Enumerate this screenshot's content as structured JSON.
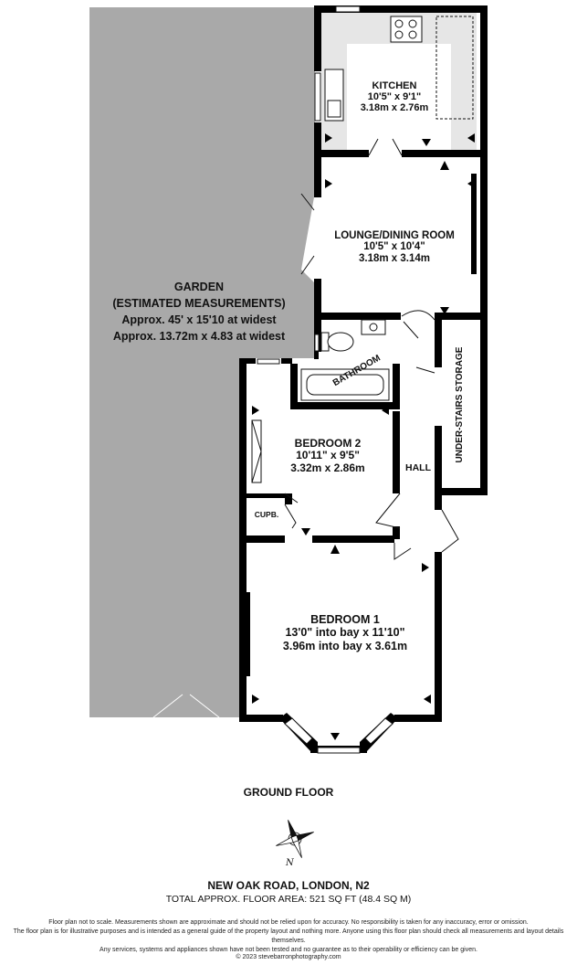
{
  "rooms": {
    "garden": {
      "name": "GARDEN",
      "sub": "(ESTIMATED MEASUREMENTS)",
      "imperial": "Approx. 45' x 15'10 at widest",
      "metric": "Approx. 13.72m x 4.83 at widest"
    },
    "kitchen": {
      "name": "KITCHEN",
      "imperial": "10'5\"  x 9'1\"",
      "metric": "3.18m  x 2.76m"
    },
    "lounge": {
      "name": "LOUNGE/DINING ROOM",
      "imperial": "10'5\"  x 10'4\"",
      "metric": "3.18m  x 3.14m"
    },
    "bathroom": {
      "name": "BATHROOM"
    },
    "storage": {
      "name": "UNDER-STAIRS STORAGE"
    },
    "hall": {
      "name": "HALL"
    },
    "bedroom2": {
      "name": "BEDROOM 2",
      "imperial": "10'11\"  x 9'5\"",
      "metric": "3.32m  x 2.86m"
    },
    "cupboard": {
      "name": "CUPB."
    },
    "bedroom1": {
      "name": "BEDROOM 1",
      "imperial": "13'0\" into bay x 11'10\"",
      "metric": "3.96m into bay x 3.61m"
    }
  },
  "compass": {
    "label": "N"
  },
  "footer": {
    "floor": "GROUND FLOOR",
    "address": "NEW OAK ROAD, LONDON, N2",
    "area": "TOTAL APPROX. FLOOR AREA: 521 SQ FT (48.4 SQ M)",
    "disclaimer1": "Floor plan not to scale. Measurements shown are approximate and should not be relied upon for accuracy. No responsibility is taken for any inaccuracy, error or omission.",
    "disclaimer2": "The floor plan is for illustrative purposes and is intended as a general guide of the property layout and nothing more. Anyone using this floor plan should check all measurements and layout details themselves.",
    "disclaimer3": "Any services, systems and appliances shown have not been tested and no guarantee as to their operability or efficiency can be given.",
    "credit": "© 2023 stevebarronphotography.com"
  },
  "colors": {
    "garden": "#a9a9a9",
    "wall": "#000000",
    "kitchen_units": "#e6e6e6"
  }
}
